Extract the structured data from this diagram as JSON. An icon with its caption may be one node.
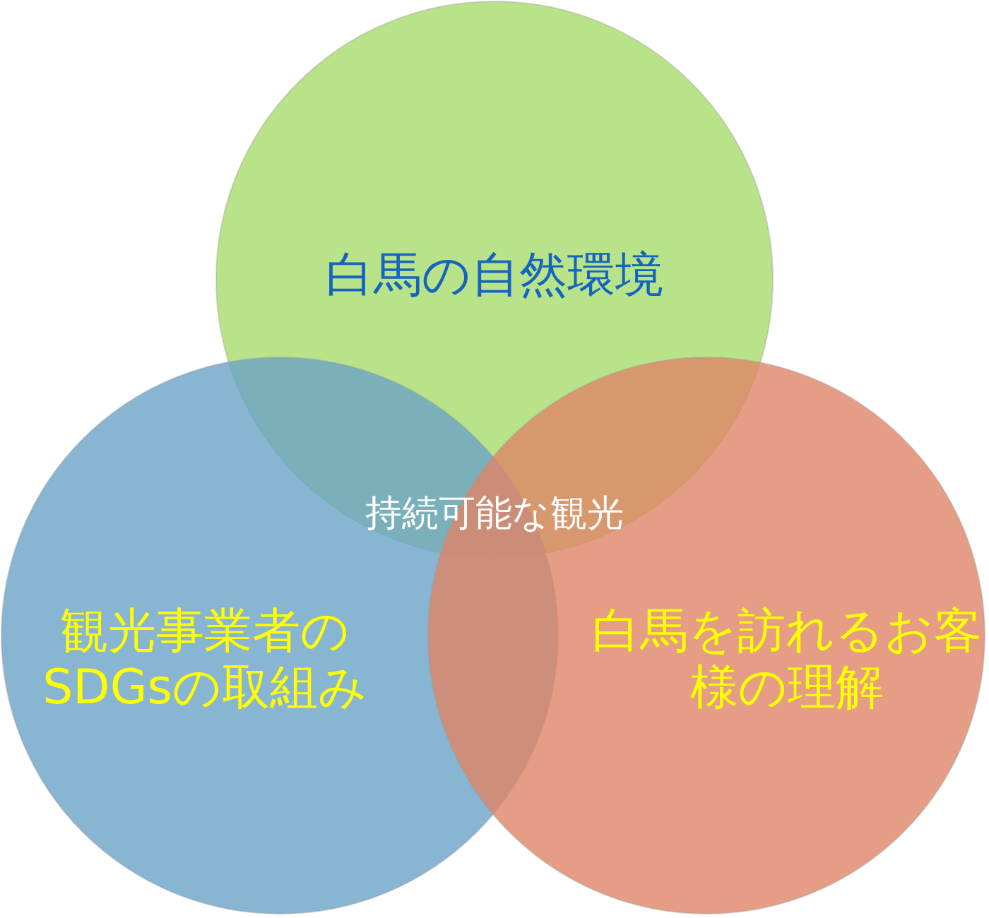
{
  "diagram": {
    "nodes": [
      {
        "text": [
          "白馬の自然環境"
        ]
      },
      {
        "text": [
          "観光事業者のSDGsの取組み"
        ]
      },
      {
        "text": [
          "白馬を訪れるお客様の理解"
        ]
      }
    ],
    "labels": [
      "持続可能な観光"
    ]
  }
}
